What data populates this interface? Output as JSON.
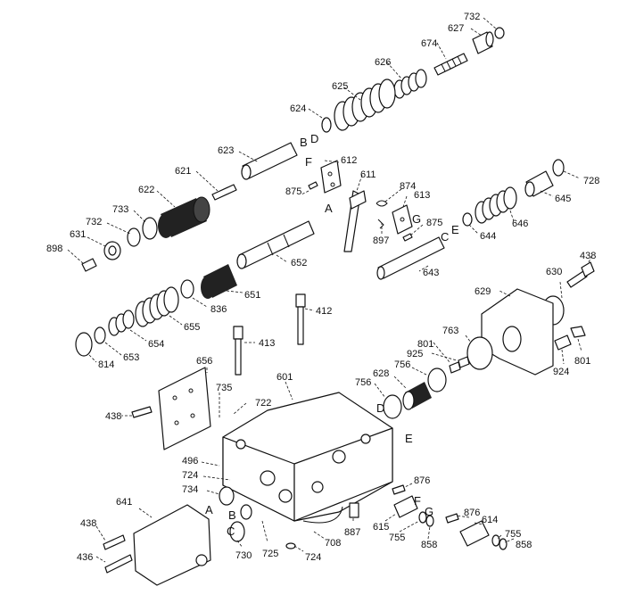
{
  "parts": [
    {
      "ref": "732a",
      "text": "732"
    },
    {
      "ref": "627",
      "text": "627"
    },
    {
      "ref": "674",
      "text": "674"
    },
    {
      "ref": "626",
      "text": "626"
    },
    {
      "ref": "625",
      "text": "625"
    },
    {
      "ref": "624",
      "text": "624"
    },
    {
      "ref": "623",
      "text": "623"
    },
    {
      "ref": "621",
      "text": "621"
    },
    {
      "ref": "622",
      "text": "622"
    },
    {
      "ref": "733",
      "text": "733"
    },
    {
      "ref": "732b",
      "text": "732"
    },
    {
      "ref": "631",
      "text": "631"
    },
    {
      "ref": "898",
      "text": "898"
    },
    {
      "ref": "612",
      "text": "612"
    },
    {
      "ref": "611",
      "text": "611"
    },
    {
      "ref": "875a",
      "text": "875"
    },
    {
      "ref": "874",
      "text": "874"
    },
    {
      "ref": "613",
      "text": "613"
    },
    {
      "ref": "875b",
      "text": "875"
    },
    {
      "ref": "897",
      "text": "897"
    },
    {
      "ref": "728",
      "text": "728"
    },
    {
      "ref": "645",
      "text": "645"
    },
    {
      "ref": "646",
      "text": "646"
    },
    {
      "ref": "644",
      "text": "644"
    },
    {
      "ref": "643",
      "text": "643"
    },
    {
      "ref": "652",
      "text": "652"
    },
    {
      "ref": "651",
      "text": "651"
    },
    {
      "ref": "836",
      "text": "836"
    },
    {
      "ref": "655",
      "text": "655"
    },
    {
      "ref": "654",
      "text": "654"
    },
    {
      "ref": "653",
      "text": "653"
    },
    {
      "ref": "814",
      "text": "814"
    },
    {
      "ref": "438a",
      "text": "438"
    },
    {
      "ref": "630",
      "text": "630"
    },
    {
      "ref": "629",
      "text": "629"
    },
    {
      "ref": "412",
      "text": "412"
    },
    {
      "ref": "413",
      "text": "413"
    },
    {
      "ref": "763",
      "text": "763"
    },
    {
      "ref": "801a",
      "text": "801"
    },
    {
      "ref": "925",
      "text": "925"
    },
    {
      "ref": "924",
      "text": "924"
    },
    {
      "ref": "801b",
      "text": "801"
    },
    {
      "ref": "628",
      "text": "628"
    },
    {
      "ref": "756a",
      "text": "756"
    },
    {
      "ref": "756b",
      "text": "756"
    },
    {
      "ref": "656",
      "text": "656"
    },
    {
      "ref": "735",
      "text": "735"
    },
    {
      "ref": "722",
      "text": "722"
    },
    {
      "ref": "601",
      "text": "601"
    },
    {
      "ref": "438b",
      "text": "438"
    },
    {
      "ref": "496",
      "text": "496"
    },
    {
      "ref": "724a",
      "text": "724"
    },
    {
      "ref": "734",
      "text": "734"
    },
    {
      "ref": "641",
      "text": "641"
    },
    {
      "ref": "876a",
      "text": "876"
    },
    {
      "ref": "876b",
      "text": "876"
    },
    {
      "ref": "614",
      "text": "614"
    },
    {
      "ref": "615",
      "text": "615"
    },
    {
      "ref": "755a",
      "text": "755"
    },
    {
      "ref": "858a",
      "text": "858"
    },
    {
      "ref": "755b",
      "text": "755"
    },
    {
      "ref": "858b",
      "text": "858"
    },
    {
      "ref": "887",
      "text": "887"
    },
    {
      "ref": "708",
      "text": "708"
    },
    {
      "ref": "724b",
      "text": "724"
    },
    {
      "ref": "725",
      "text": "725"
    },
    {
      "ref": "730",
      "text": "730"
    },
    {
      "ref": "438c",
      "text": "438"
    },
    {
      "ref": "436",
      "text": "436"
    }
  ],
  "letters": {
    "A1": "A",
    "B1": "B",
    "C1": "C",
    "D1": "D",
    "E1": "E",
    "F1": "F",
    "G1": "G",
    "A2": "A",
    "B2": "B",
    "C2": "C",
    "D2": "D",
    "E2": "E",
    "F2": "F",
    "G2": "G"
  }
}
